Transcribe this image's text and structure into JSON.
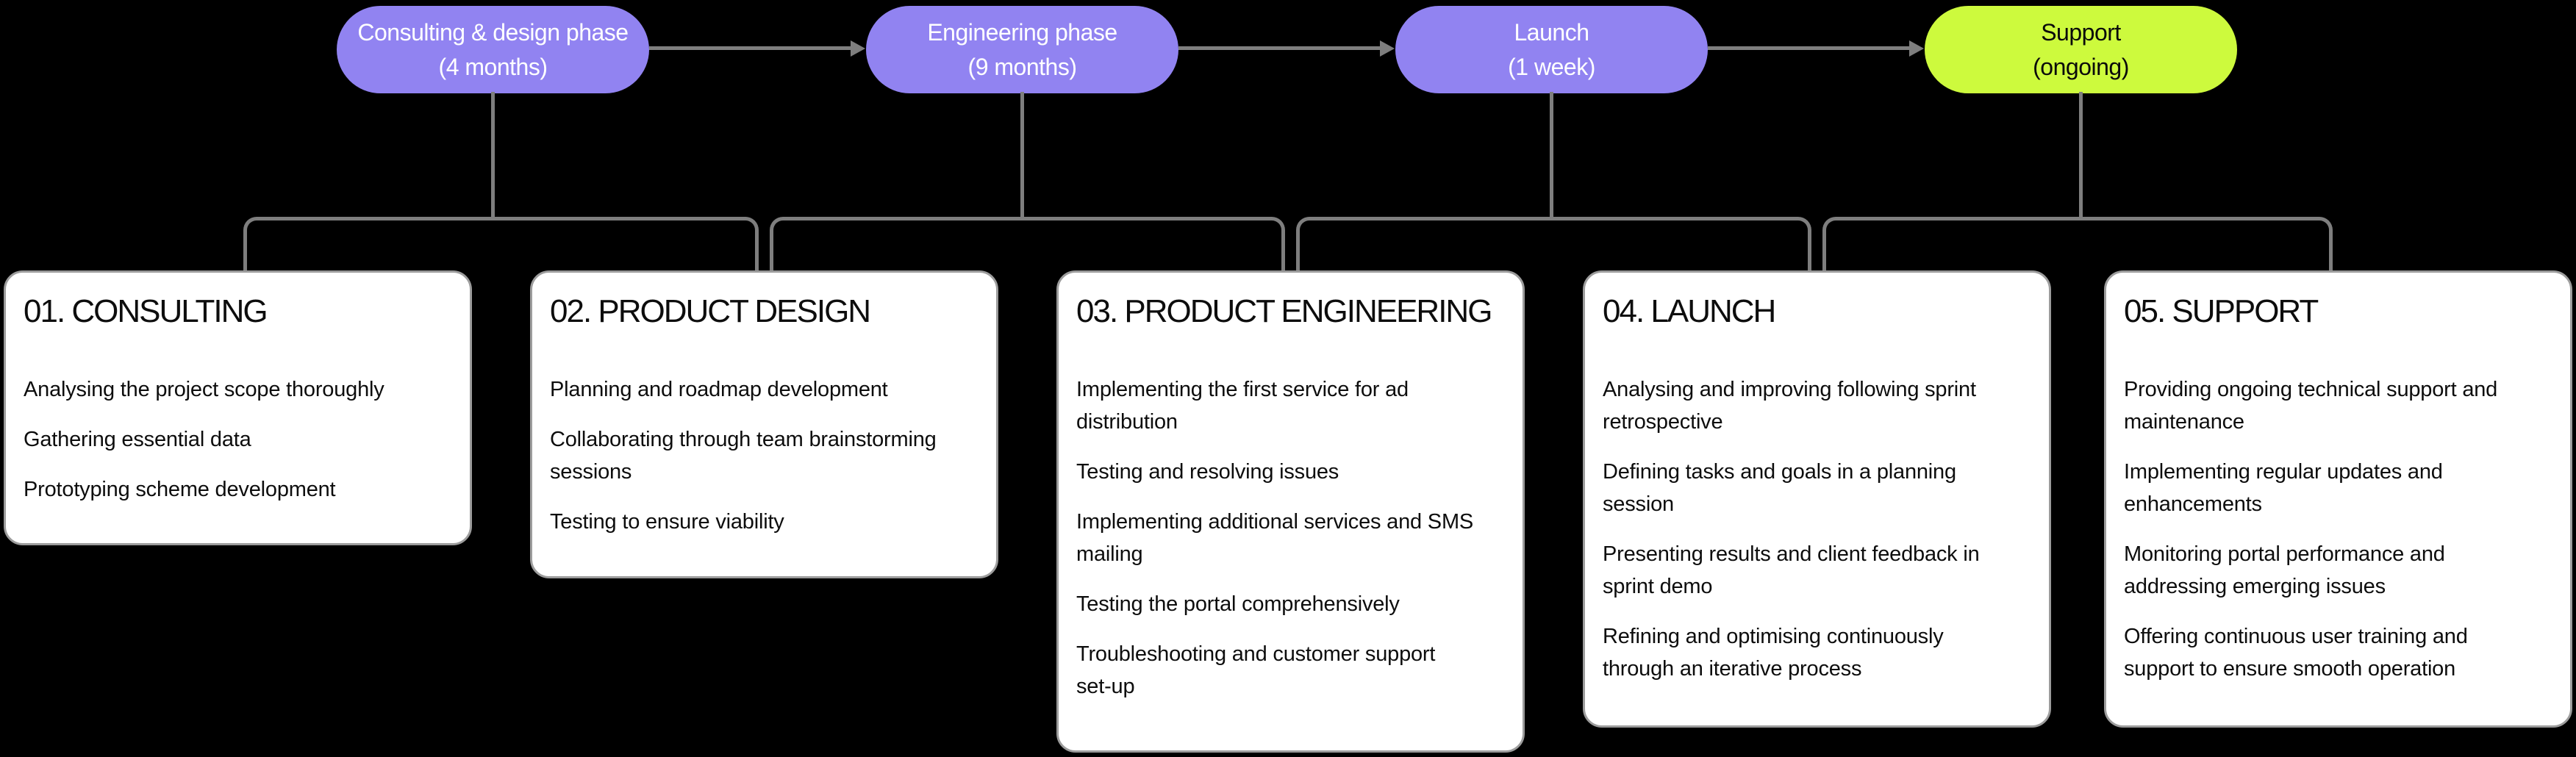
{
  "colors": {
    "background": "#000000",
    "phase_pill_purple": "#9183F1",
    "phase_pill_green": "#CDFA3D",
    "connector_gray": "#7E7E7E",
    "card_background": "#FFFFFF",
    "card_border": "#9C9C9C",
    "card_text": "#0D0D0D",
    "pill_text_light": "#FFFFFF",
    "pill_text_dark": "#0A0A0A"
  },
  "phases": [
    {
      "label": "Consulting & design phase",
      "duration": "(4 months)",
      "highlight": false
    },
    {
      "label": "Engineering phase",
      "duration": "(9 months)",
      "highlight": false
    },
    {
      "label": "Launch",
      "duration": "(1 week)",
      "highlight": false
    },
    {
      "label": "Support",
      "duration": "(ongoing)",
      "highlight": true
    }
  ],
  "cards": [
    {
      "title": "01. CONSULTING",
      "items": [
        "Analysing the project scope thoroughly",
        "Gathering essential data",
        "Prototyping scheme development"
      ]
    },
    {
      "title": "02. PRODUCT DESIGN",
      "items": [
        "Planning and roadmap development",
        "Collaborating through team brainstorming\nsessions",
        "Testing to ensure viability"
      ]
    },
    {
      "title": "03. PRODUCT ENGINEERING",
      "items": [
        "Implementing the first service for ad\ndistribution",
        "Testing and resolving issues",
        "Implementing additional services and SMS\nmailing",
        "Testing the portal comprehensively",
        "Troubleshooting and customer support\nset-up"
      ]
    },
    {
      "title": "04. LAUNCH",
      "items": [
        "Analysing and improving following sprint\nretrospective",
        "Defining tasks and goals in a planning\nsession",
        "Presenting results and client feedback in\nsprint demo",
        "Refining and optimising continuously\nthrough an iterative process"
      ]
    },
    {
      "title": "05. SUPPORT",
      "items": [
        "Providing ongoing technical support and\nmaintenance",
        "Implementing regular updates and\nenhancements",
        "Monitoring portal performance and\naddressing emerging issues",
        "Offering continuous user training and\nsupport to ensure smooth operation"
      ]
    }
  ]
}
